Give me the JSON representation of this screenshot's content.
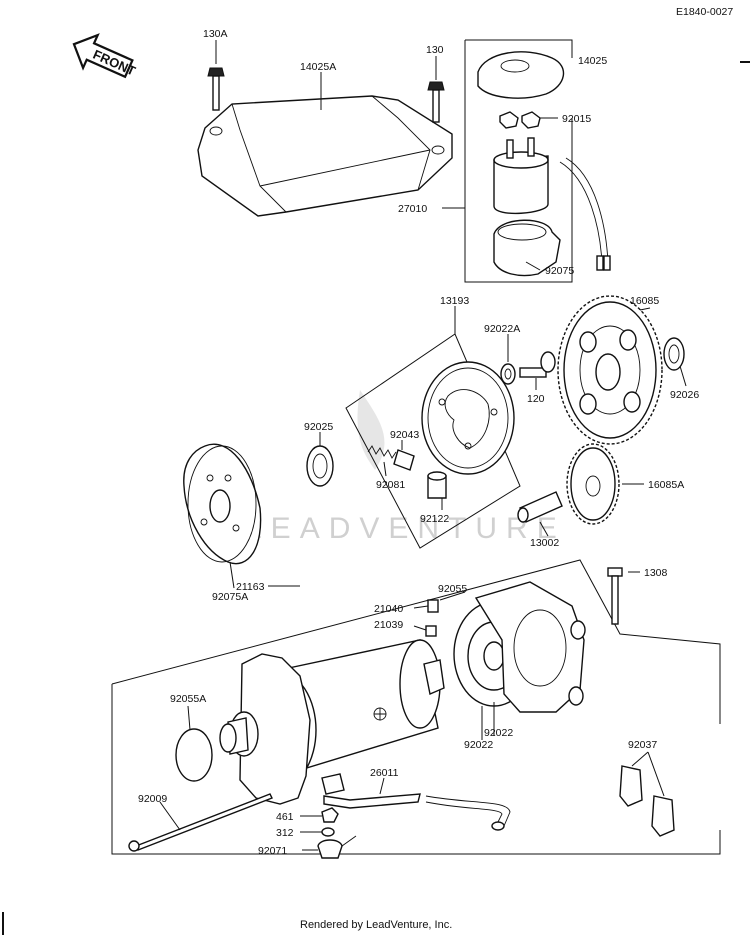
{
  "header": {
    "drawing_code": "E1840-0027"
  },
  "front_arrow": {
    "label": "FRONT"
  },
  "watermark": {
    "text": "LEADVENTURE"
  },
  "footer": {
    "credit": "Rendered by LeadVenture, Inc."
  },
  "callouts": {
    "p130A": "130A",
    "p14025A": "14025A",
    "p130": "130",
    "p14025": "14025",
    "p92015": "92015",
    "p27010": "27010",
    "p92075": "92075",
    "p13193": "13193",
    "p92022A": "92022A",
    "p16085": "16085",
    "p120": "120",
    "p92026": "92026",
    "p92025": "92025",
    "p92043": "92043",
    "p92081": "92081",
    "p92122": "92122",
    "p16085A": "16085A",
    "p13002": "13002",
    "p92075A": "92075A",
    "p21163": "21163",
    "p92055": "92055",
    "p21040": "21040",
    "p21039": "21039",
    "p1308": "1308",
    "p92055A": "92055A",
    "p92022a": "92022",
    "p92022b": "92022",
    "p92037": "92037",
    "p26011": "26011",
    "p92009": "92009",
    "p461": "461",
    "p312": "312",
    "p92071": "92071"
  },
  "colors": {
    "ink": "#111111",
    "paper": "#ffffff",
    "watermark": "#d0d0d0"
  }
}
